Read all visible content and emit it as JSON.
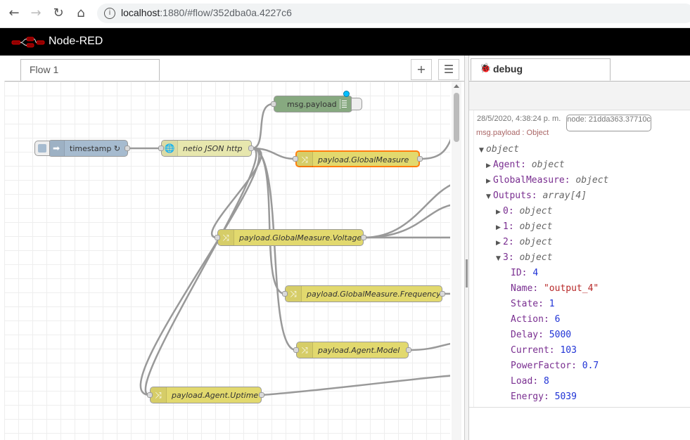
{
  "browser": {
    "url_host": "localhost",
    "url_path": ":1880/#flow/352dba0a.4227c6",
    "back_icon": "arrow-left",
    "forward_icon": "arrow-right",
    "reload_icon": "reload",
    "home_icon": "home"
  },
  "app": {
    "title": "Node-RED"
  },
  "workspace": {
    "tabs": [
      {
        "label": "Flow 1"
      }
    ],
    "add_button": "+",
    "list_button": "☰",
    "nodes": {
      "timestamp": "timestamp ↻",
      "netio": "netio JSON http",
      "debug": "msg.payload",
      "global_measure": "payload.GlobalMeasure",
      "voltage": "payload.GlobalMeasure.Voltage",
      "frequency": "payload.GlobalMeasure.Frequency",
      "agent_model": "payload.Agent.Model",
      "agent_uptime": "payload.Agent.Uptime"
    }
  },
  "sidebar": {
    "tab_label": "debug",
    "message": {
      "timestamp": "28/5/2020, 4:38:24 p. m.",
      "node": "node: 21dda363.37710c",
      "topic": "msg.payload : Object",
      "root_type": "object",
      "agent_key": "Agent",
      "agent_type": "object",
      "gm_key": "GlobalMeasure",
      "gm_type": "object",
      "outputs_key": "Outputs",
      "outputs_type": "array[4]",
      "items": [
        {
          "key": "0",
          "type": "object"
        },
        {
          "key": "1",
          "type": "object"
        },
        {
          "key": "2",
          "type": "object"
        },
        {
          "key": "3",
          "type": "object"
        }
      ],
      "fields": [
        {
          "key": "ID",
          "value": "4",
          "kind": "num"
        },
        {
          "key": "Name",
          "value": "\"output_4\"",
          "kind": "str"
        },
        {
          "key": "State",
          "value": "1",
          "kind": "num"
        },
        {
          "key": "Action",
          "value": "6",
          "kind": "num"
        },
        {
          "key": "Delay",
          "value": "5000",
          "kind": "num"
        },
        {
          "key": "Current",
          "value": "103",
          "kind": "num"
        },
        {
          "key": "PowerFactor",
          "value": "0.7",
          "kind": "num"
        },
        {
          "key": "Load",
          "value": "8",
          "kind": "num"
        },
        {
          "key": "Energy",
          "value": "5039",
          "kind": "num"
        }
      ]
    }
  },
  "colors": {
    "change_node": "#e2d96e",
    "function_node": "#e7e7ae",
    "inject_node": "#a6bbcf",
    "debug_node": "#87a980",
    "selected_border": "#ff7f0e",
    "header_bg": "#000000"
  }
}
